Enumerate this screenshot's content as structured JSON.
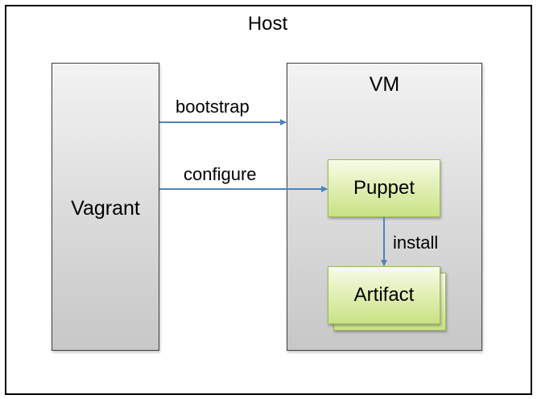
{
  "diagram": {
    "host_label": "Host",
    "vagrant_label": "Vagrant",
    "vm_label": "VM",
    "puppet_label": "Puppet",
    "artifact_label": "Artifact",
    "edges": {
      "bootstrap": "bootstrap",
      "configure": "configure",
      "install": "install"
    }
  },
  "colors": {
    "arrow": "#4f81bd",
    "node_border_gray": "#3f3f3f",
    "node_border_green": "#9bbb59",
    "frame": "#000000"
  }
}
